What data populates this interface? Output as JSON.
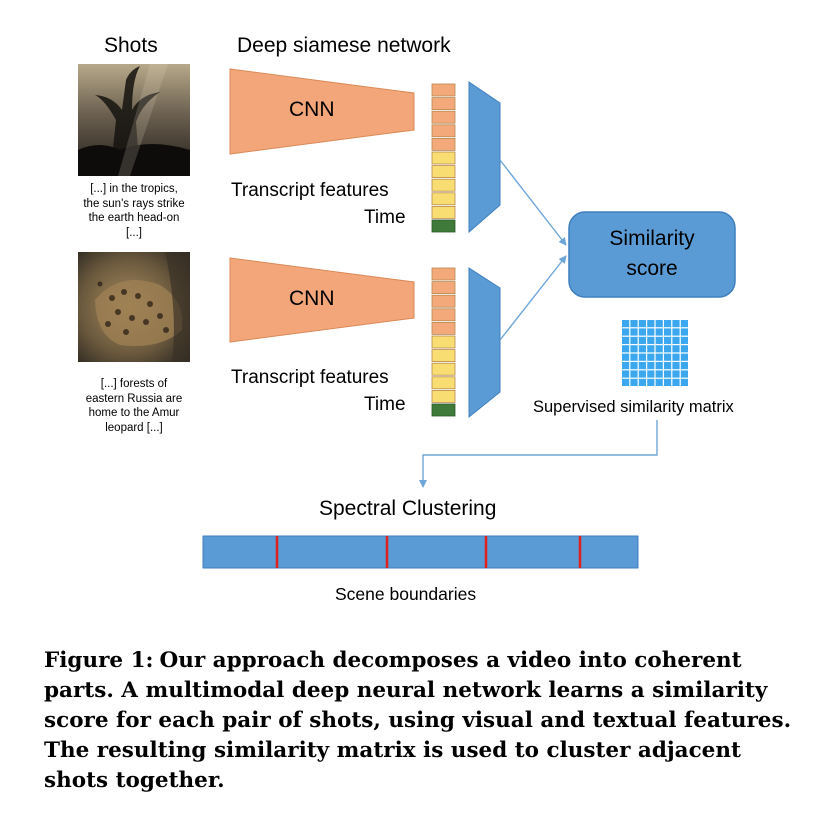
{
  "headers": {
    "shots": "Shots",
    "network": "Deep siamese network"
  },
  "shots": [
    {
      "image_name": "jungle-sunrays-thumbnail",
      "caption": [
        "[...] in the tropics,",
        "the sun's rays strike",
        "the earth head-on",
        "[...]"
      ]
    },
    {
      "image_name": "amur-leopard-thumbnail",
      "caption": [
        "[...] forests of",
        "eastern Russia are",
        "home to the Amur",
        "leopard [...]"
      ]
    }
  ],
  "branches": [
    {
      "cnn_label": "CNN",
      "transcript_label": "Transcript features",
      "time_label": "Time"
    },
    {
      "cnn_label": "CNN",
      "transcript_label": "Transcript features",
      "time_label": "Time"
    }
  ],
  "similarity": {
    "line1": "Similarity",
    "line2": "score",
    "matrix_label": "Supervised similarity matrix"
  },
  "clustering": {
    "title": "Spectral Clustering",
    "boundaries_label": "Scene boundaries"
  },
  "caption": {
    "label": "Figure 1:",
    "text": "Our approach decomposes a video into coherent parts. A multimodal deep neural network learns a similarity score for each pair of shots, using visual and textual features. The resulting similarity matrix is used to cluster adjacent shots together."
  },
  "colors": {
    "cnn_fill": "#f2a679",
    "cnn_feature": "#f4a97b",
    "transcript_feature": "#f7dd72",
    "time_feature": "#3f7a3a",
    "network_blue": "#5b9bd5",
    "boundary_red": "#e0201c",
    "arrow_blue": "#6fa6d9",
    "matrix_cell": "#3aa7ee"
  }
}
